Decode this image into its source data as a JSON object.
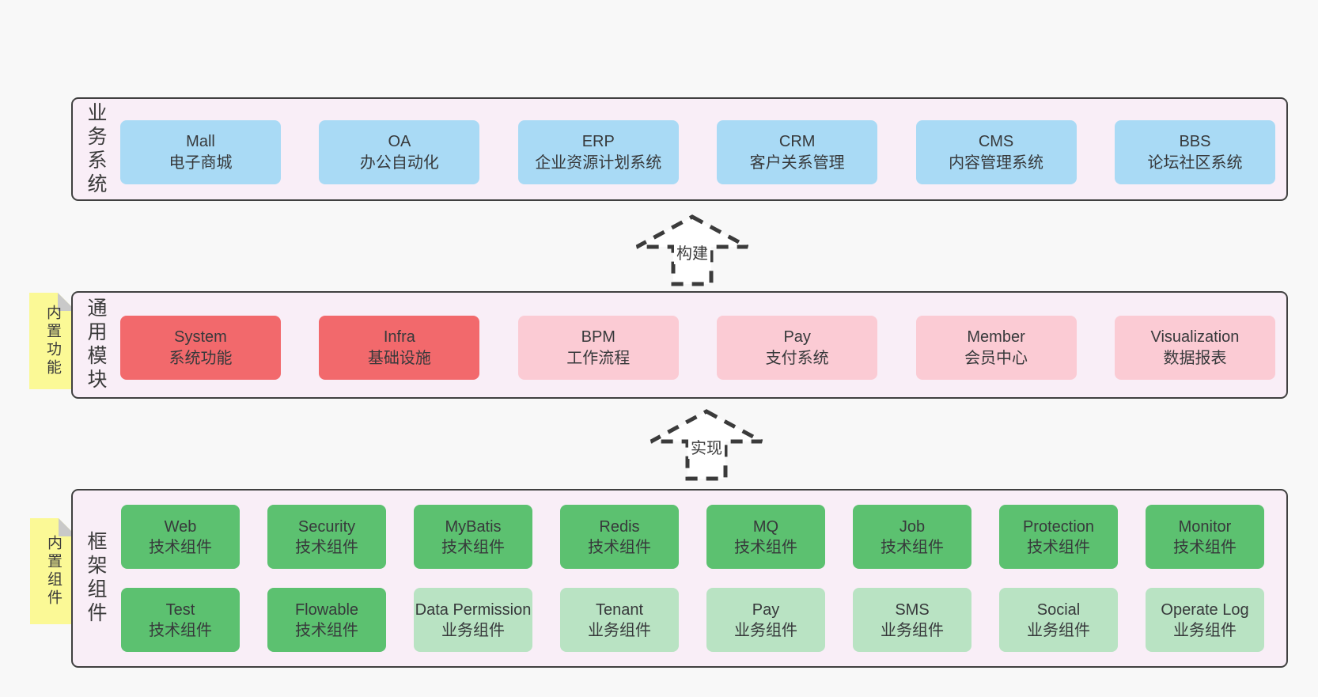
{
  "sections": [
    {
      "label": "业务系统",
      "boxes": [
        {
          "name": "Mall",
          "desc": "电子商城"
        },
        {
          "name": "OA",
          "desc": "办公自动化"
        },
        {
          "name": "ERP",
          "desc": "企业资源计划系统"
        },
        {
          "name": "CRM",
          "desc": "客户关系管理"
        },
        {
          "name": "CMS",
          "desc": "内容管理系统"
        },
        {
          "name": "BBS",
          "desc": "论坛社区系统"
        }
      ]
    },
    {
      "label": "通用模块",
      "note": "内置功能",
      "boxes": [
        {
          "name": "System",
          "desc": "系统功能"
        },
        {
          "name": "Infra",
          "desc": "基础设施"
        },
        {
          "name": "BPM",
          "desc": "工作流程"
        },
        {
          "name": "Pay",
          "desc": "支付系统"
        },
        {
          "name": "Member",
          "desc": "会员中心"
        },
        {
          "name": "Visualization",
          "desc": "数据报表"
        }
      ]
    },
    {
      "label": "框架组件",
      "note": "内置组件",
      "rows": [
        [
          {
            "name": "Web",
            "desc": "技术组件"
          },
          {
            "name": "Security",
            "desc": "技术组件"
          },
          {
            "name": "MyBatis",
            "desc": "技术组件"
          },
          {
            "name": "Redis",
            "desc": "技术组件"
          },
          {
            "name": "MQ",
            "desc": "技术组件"
          },
          {
            "name": "Job",
            "desc": "技术组件"
          },
          {
            "name": "Protection",
            "desc": "技术组件"
          },
          {
            "name": "Monitor",
            "desc": "技术组件"
          }
        ],
        [
          {
            "name": "Test",
            "desc": "技术组件"
          },
          {
            "name": "Flowable",
            "desc": "技术组件"
          },
          {
            "name": "Data Permission",
            "desc": "业务组件"
          },
          {
            "name": "Tenant",
            "desc": "业务组件"
          },
          {
            "name": "Pay",
            "desc": "业务组件"
          },
          {
            "name": "SMS",
            "desc": "业务组件"
          },
          {
            "name": "Social",
            "desc": "业务组件"
          },
          {
            "name": "Operate Log",
            "desc": "业务组件"
          }
        ]
      ]
    }
  ],
  "arrows": [
    {
      "label": "构建"
    },
    {
      "label": "实现"
    }
  ],
  "colors": {
    "page_bg": "#f8f8f8",
    "panel_bg": "#f9eef7",
    "panel_border": "#404040",
    "blue_box": "#a9daf5",
    "red_box": "#f2696c",
    "pink_box": "#fbcbd4",
    "green_box": "#5cc170",
    "light_green_box": "#b9e3c3",
    "yellow_note": "#fbf996",
    "fold_gray": "#c9c9c9",
    "text": "#3a3a3a"
  }
}
